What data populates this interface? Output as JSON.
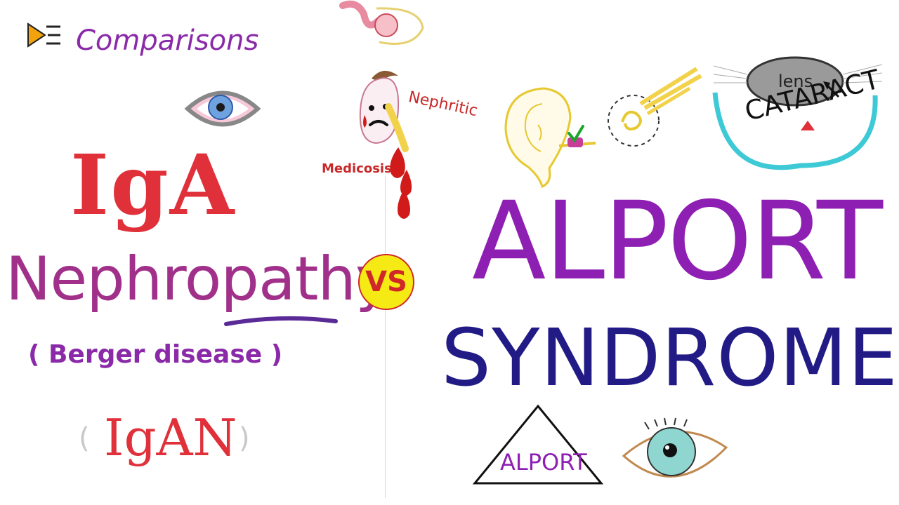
{
  "header": {
    "series_label": "Comparisons",
    "logo_icon": "play-list-icon"
  },
  "left": {
    "title_line1": "IgA",
    "title_line2": "Nephropathy",
    "subtitle": "( Berger disease )",
    "abbrev_open": "(",
    "abbrev": "IgAN",
    "abbrev_close": ")"
  },
  "center": {
    "vs_label": "VS",
    "nephritic_label": "Nephritic",
    "watermark": "Medicosis"
  },
  "right": {
    "title_line1": "ALPORT",
    "title_line2": "SYNDROME",
    "lens_label": "lens",
    "cataract_label": "CATARACT",
    "triangle_label": "ALPORT"
  },
  "colors": {
    "red": "#e0303a",
    "magenta": "#a0308a",
    "purple": "#8e1fb3",
    "navy": "#221b86",
    "yellow": "#f6ea14",
    "cyan": "#3ec9d6",
    "orange": "#f2a20c"
  }
}
